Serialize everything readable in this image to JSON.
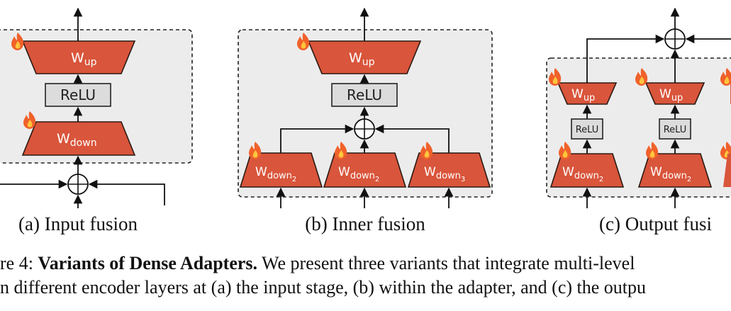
{
  "captions": {
    "a": "(a) Input fusion",
    "b": "(b) Inner fusion",
    "c": "(c) Output fusi"
  },
  "blocks": {
    "up_main": "W",
    "up_sub": "up",
    "down_main": "W",
    "down_sub": "down",
    "down2_sub": "down",
    "down2_subsub": "2",
    "down3_sub": "down",
    "down3_subsub": "3",
    "relu": "ReLU"
  },
  "figure_caption": {
    "line1_prefix": "re 4: ",
    "line1_bold": "Variants of Dense Adapters.",
    "line1_rest": " We present three variants that integrate multi-level",
    "line2": "n different encoder layers at (a) the input stage, (b) within the adapter, and (c) the outpu"
  },
  "colors": {
    "block_fill": "#d9553b",
    "block_stroke": "#2a1a14",
    "panel_fill": "#ececec",
    "relu_fill": "#dcdcdc",
    "flame_outer": "#f0612a",
    "flame_inner": "#ffc53d"
  }
}
